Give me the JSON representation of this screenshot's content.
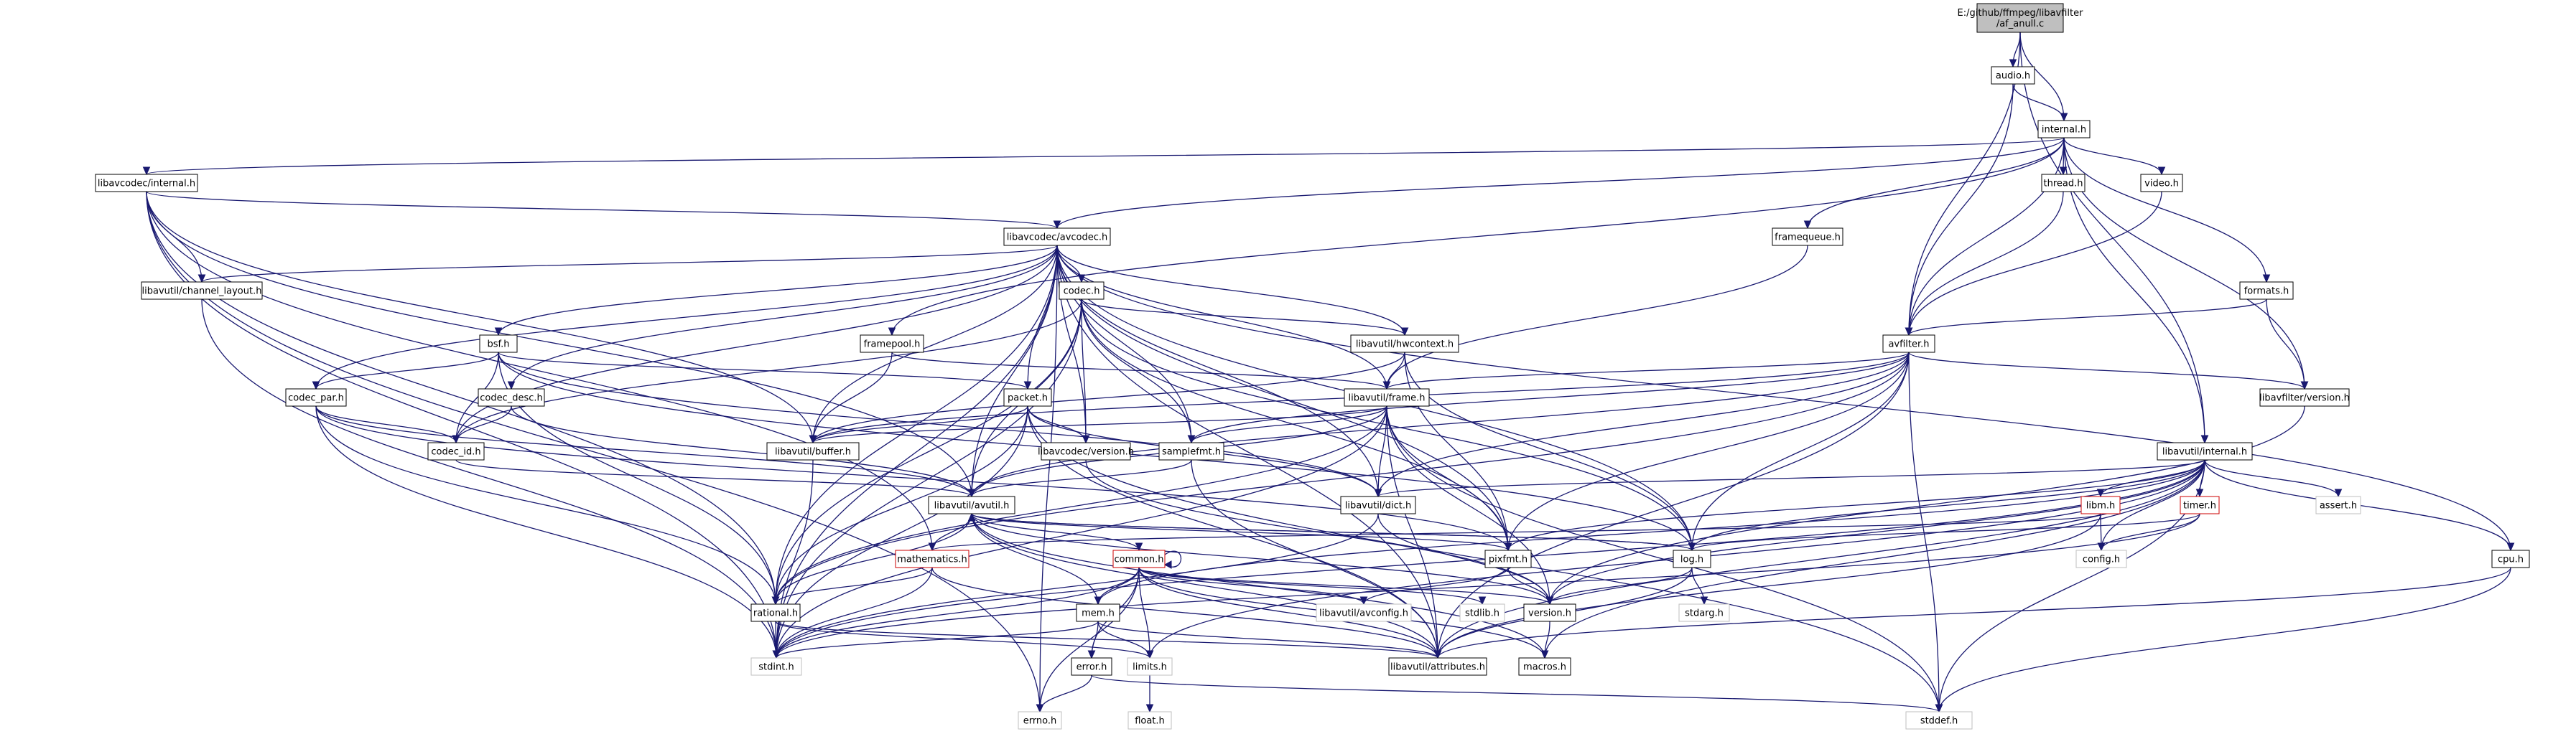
{
  "nodes": {
    "root": "E:/github/ffmpeg/libavfilter\n/af_anull.c",
    "audio": "audio.h",
    "internal": "internal.h",
    "libavcodec_internal": "libavcodec/internal.h",
    "thread": "thread.h",
    "video": "video.h",
    "avcodec": "libavcodec/avcodec.h",
    "framequeue": "framequeue.h",
    "channel_layout": "libavutil/channel_layout.h",
    "codec": "codec.h",
    "formats": "formats.h",
    "bsf": "bsf.h",
    "framepool": "framepool.h",
    "hwcontext": "libavutil/hwcontext.h",
    "avfilter": "avfilter.h",
    "codec_par": "codec_par.h",
    "codec_desc": "codec_desc.h",
    "packet": "packet.h",
    "frame": "libavutil/frame.h",
    "filter_version": "libavfilter/version.h",
    "codec_id": "codec_id.h",
    "buffer": "libavutil/buffer.h",
    "codec_version": "libavcodec/version.h",
    "samplefmt": "samplefmt.h",
    "avutil_internal": "libavutil/internal.h",
    "avutil": "libavutil/avutil.h",
    "dict": "libavutil/dict.h",
    "libm": "libm.h",
    "timer": "timer.h",
    "assert": "assert.h",
    "mathematics": "mathematics.h",
    "common": "common.h",
    "pixfmt": "pixfmt.h",
    "log": "log.h",
    "config": "config.h",
    "cpu": "cpu.h",
    "rational": "rational.h",
    "mem": "mem.h",
    "avconfig": "libavutil/avconfig.h",
    "stdlib": "stdlib.h",
    "version": "version.h",
    "stdarg": "stdarg.h",
    "stdint": "stdint.h",
    "attributes": "libavutil/attributes.h",
    "macros": "macros.h",
    "error": "error.h",
    "limits": "limits.h",
    "errno": "errno.h",
    "stddef": "stddef.h",
    "float": "float.h"
  }
}
